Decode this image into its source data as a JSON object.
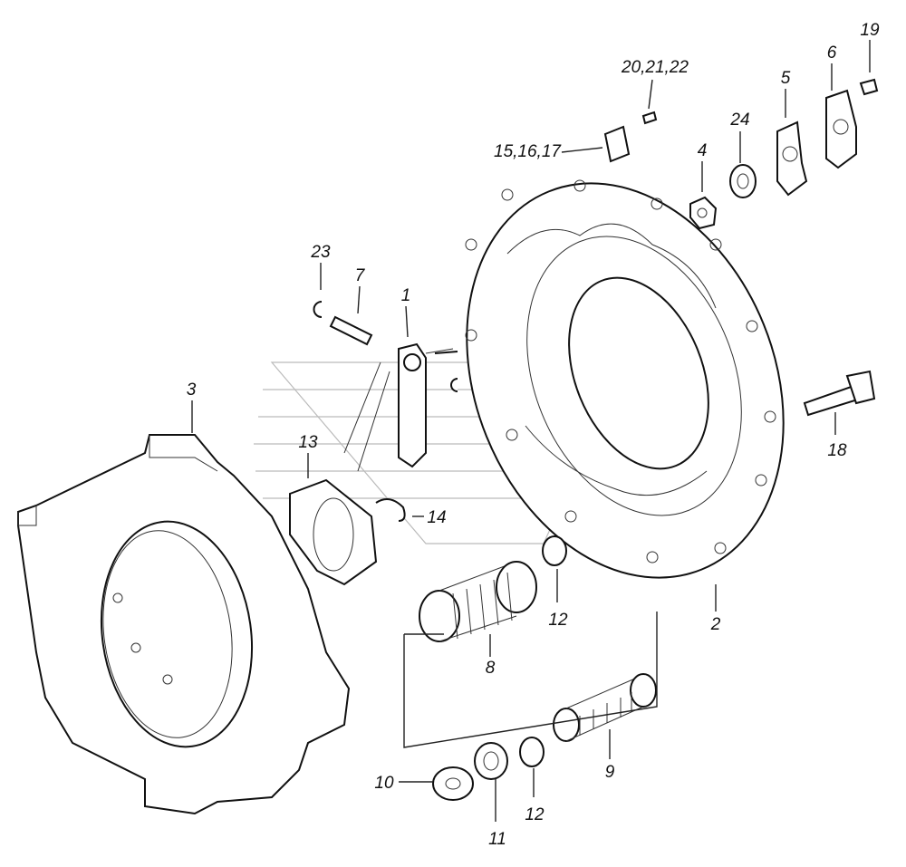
{
  "diagram": {
    "callouts": [
      {
        "id": "c1",
        "text": "1"
      },
      {
        "id": "c2",
        "text": "2"
      },
      {
        "id": "c3",
        "text": "3"
      },
      {
        "id": "c4",
        "text": "4"
      },
      {
        "id": "c5",
        "text": "5"
      },
      {
        "id": "c6",
        "text": "6"
      },
      {
        "id": "c7",
        "text": "7"
      },
      {
        "id": "c8",
        "text": "8"
      },
      {
        "id": "c9",
        "text": "9"
      },
      {
        "id": "c10",
        "text": "10"
      },
      {
        "id": "c11",
        "text": "11"
      },
      {
        "id": "c12a",
        "text": "12"
      },
      {
        "id": "c12b",
        "text": "12"
      },
      {
        "id": "c13",
        "text": "13"
      },
      {
        "id": "c14",
        "text": "14"
      },
      {
        "id": "c15",
        "text": "15,16,17"
      },
      {
        "id": "c18",
        "text": "18"
      },
      {
        "id": "c19",
        "text": "19"
      },
      {
        "id": "c20",
        "text": "20,21,22"
      },
      {
        "id": "c23",
        "text": "23"
      },
      {
        "id": "c24",
        "text": "24"
      }
    ]
  }
}
